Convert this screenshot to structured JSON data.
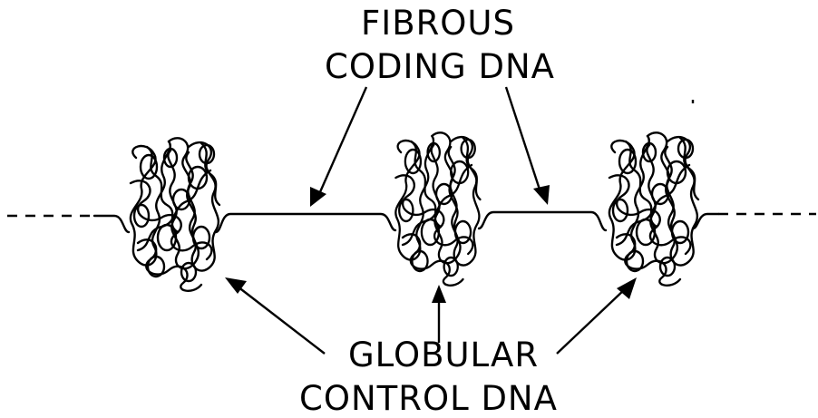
{
  "labels": {
    "fibrous": {
      "line1": "FIBROUS",
      "line2": "CODING DNA"
    },
    "globular": {
      "line1": "GLOBULAR",
      "line2": "CONTROL DNA"
    }
  },
  "globules": [
    {
      "name": "globule-left"
    },
    {
      "name": "globule-center"
    },
    {
      "name": "globule-right"
    }
  ],
  "colors": {
    "ink": "#000000",
    "background": "#ffffff"
  }
}
